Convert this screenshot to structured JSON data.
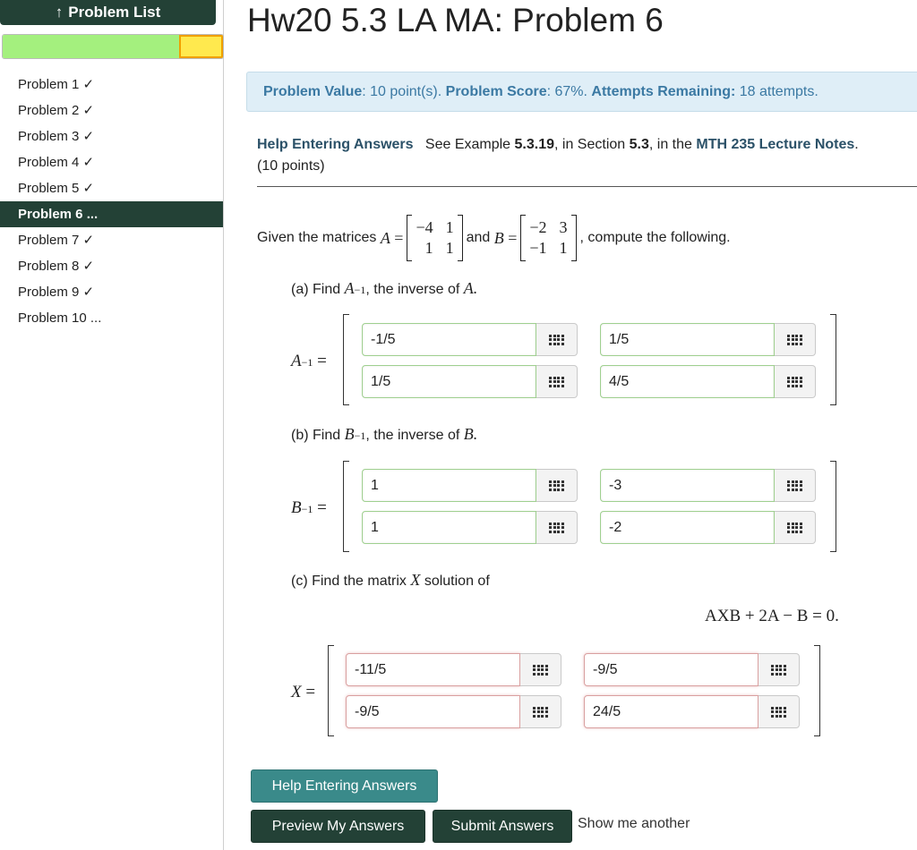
{
  "sidebar": {
    "problem_list_button": "Problem List",
    "problems": [
      {
        "label": "Problem 1",
        "status": "✓"
      },
      {
        "label": "Problem 2",
        "status": "✓"
      },
      {
        "label": "Problem 3",
        "status": "✓"
      },
      {
        "label": "Problem 4",
        "status": "✓"
      },
      {
        "label": "Problem 5",
        "status": "✓"
      },
      {
        "label": "Problem 6",
        "status": "..."
      },
      {
        "label": "Problem 7",
        "status": "✓"
      },
      {
        "label": "Problem 8",
        "status": "✓"
      },
      {
        "label": "Problem 9",
        "status": "✓"
      },
      {
        "label": "Problem 10",
        "status": "..."
      }
    ],
    "active_index": 5,
    "progress_colors": {
      "correct": "#a4f07e",
      "partial": "#ffe94e"
    }
  },
  "header": {
    "title": "Hw20 5.3 LA MA: Problem 6"
  },
  "info": {
    "value_label": "Problem Value",
    "value_text": ": 10 point(s).",
    "score_label": "Problem Score",
    "score_text": ": 67%.",
    "attempts_label": "Attempts Remaining:",
    "attempts_text": "18 attempts."
  },
  "help": {
    "link_label": "Help Entering Answers",
    "see_text": "See Example",
    "example": "5.3.19",
    "in_section": ", in Section",
    "section": "5.3",
    "in_the": ", in the",
    "notes": "MTH 235 Lecture Notes",
    "period": ".",
    "points": "(10 points)"
  },
  "problem": {
    "given_text": "Given the matrices",
    "A_name": "A",
    "equals": "=",
    "A_matrix": [
      "−4",
      "1",
      "1",
      "1"
    ],
    "and_text": "and",
    "B_name": "B",
    "B_matrix": [
      "−2",
      "3",
      "−1",
      "1"
    ],
    "compute_text": ", compute the following.",
    "part_a_text": "(a) Find",
    "part_a_sym": "A",
    "part_a_rest": ", the inverse of",
    "part_a_end": "A.",
    "part_b_text": "(b) Find",
    "part_b_sym": "B",
    "part_b_rest": ", the inverse of",
    "part_b_end": "B.",
    "inv_exp": "−1",
    "part_c_text": "(c) Find the matrix",
    "part_c_sym": "X",
    "part_c_rest": "solution of",
    "equation": "AXB + 2A − B = 0.",
    "label_A_inv": "A",
    "label_B_inv": "B",
    "label_X": "X"
  },
  "answers": {
    "a": [
      "-1/5",
      "1/5",
      "1/5",
      "4/5"
    ],
    "b": [
      "1",
      "-3",
      "1",
      "-2"
    ],
    "c": [
      "-11/5",
      "-9/5",
      "-9/5",
      "24/5"
    ]
  },
  "buttons": {
    "help": "Help Entering Answers",
    "preview": "Preview My Answers",
    "submit": "Submit Answers",
    "show_another": "Show me another"
  }
}
